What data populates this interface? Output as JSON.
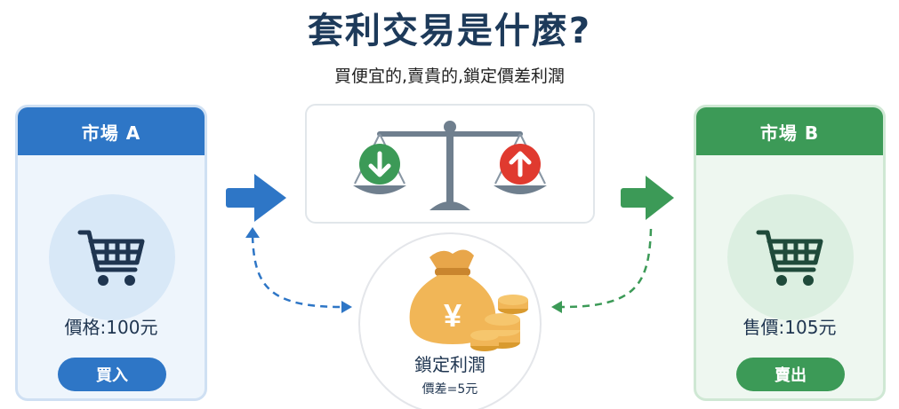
{
  "title": "套利交易是什麼?",
  "subtitle": "買便宜的,賣貴的,鎖定價差利潤",
  "market_a": {
    "header": "市場 A",
    "price_text": "價格:100元",
    "action": "買入",
    "color": "#2e76c6"
  },
  "market_b": {
    "header": "市場 B",
    "price_text": "售價:105元",
    "action": "賣出",
    "color": "#3c9a57"
  },
  "profit": {
    "label": "鎖定利潤",
    "detail": "價差=5元",
    "currency_symbol": "¥"
  },
  "icons": {
    "cart": "shopping-cart-icon",
    "scale": "balance-scale-icon",
    "down": "down-arrow-icon",
    "up": "up-arrow-icon",
    "money_bag": "money-bag-icon",
    "coins": "coin-stack-icon"
  }
}
